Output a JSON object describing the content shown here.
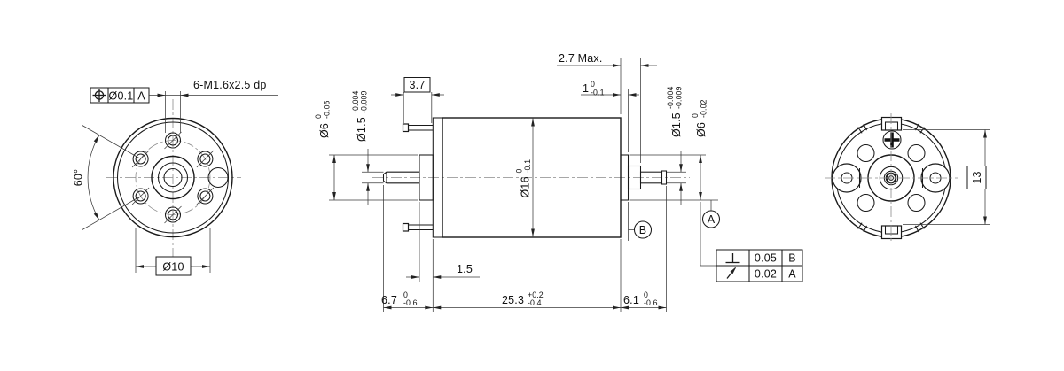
{
  "drawing": {
    "type": "engineering-drawing-dc-motor-3-views",
    "colors": {
      "line": "#1a1a1a",
      "dimension": "#3a3a3a",
      "centerline": "#8a8a8a",
      "background": "#ffffff"
    }
  },
  "front_view": {
    "position_fcf": {
      "symbol_icon": "position-tolerance",
      "tolerance": "Ø0.1",
      "datum": "A"
    },
    "thread_note": "6-M1.6x2.5 dp",
    "angle": "60°",
    "bolt_circle": "Ø10"
  },
  "side_view": {
    "tab_width": "3.7",
    "front_boss_dia": {
      "value": "Ø6",
      "upper": "0",
      "lower": "-0.05"
    },
    "front_shaft_dia": {
      "value": "Ø1.5",
      "upper": "-0.004",
      "lower": "-0.009"
    },
    "body_dia": {
      "value": "Ø16",
      "upper": "0",
      "lower": "-0.1"
    },
    "rear_protrusion": "2.7 Max.",
    "rear_step": {
      "value": "1",
      "upper": "0",
      "lower": "-0.1"
    },
    "rear_shaft_dia": {
      "value": "Ø1.5",
      "upper": "-0.004",
      "lower": "-0.009"
    },
    "rear_boss_dia": {
      "value": "Ø6",
      "upper": "0",
      "lower": "-0.02"
    },
    "boss_length": "1.5",
    "front_shaft_len": {
      "value": "6.7",
      "upper": "0",
      "lower": "-0.6"
    },
    "body_len": {
      "value": "25.3",
      "upper": "+0.2",
      "lower": "-0.4"
    },
    "rear_shaft_len": {
      "value": "6.1",
      "upper": "0",
      "lower": "-0.6"
    },
    "datum_a": "A",
    "datum_b": "B",
    "fcf_perpendicularity": {
      "symbol_icon": "perpendicularity",
      "tolerance": "0.05",
      "datum": "B"
    },
    "fcf_runout": {
      "symbol_icon": "circular-runout",
      "tolerance": "0.02",
      "datum": "A"
    }
  },
  "rear_view": {
    "across_tabs": "13"
  }
}
